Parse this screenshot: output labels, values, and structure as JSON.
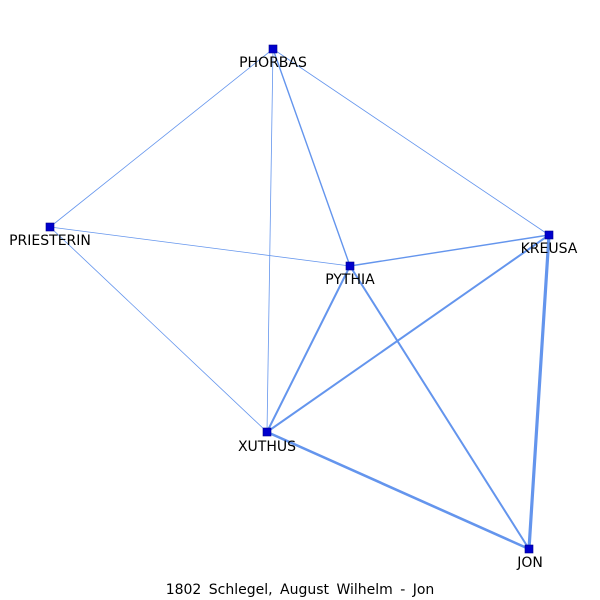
{
  "caption": "1802 Schlegel, August Wilhelm - Jon",
  "colors": {
    "edge": "#6495ED",
    "node": "#0000CD",
    "node_outline": "#00008B",
    "label": "#000000"
  },
  "nodes": [
    {
      "id": "PHORBAS",
      "label": "PHORBAS"
    },
    {
      "id": "PRIESTERIN",
      "label": "PRIESTERIN"
    },
    {
      "id": "PYTHIA",
      "label": "PYTHIA"
    },
    {
      "id": "KREUSA",
      "label": "KREUSA"
    },
    {
      "id": "XUTHUS",
      "label": "XUTHUS"
    },
    {
      "id": "JON",
      "label": "JON"
    }
  ],
  "edges": [
    {
      "source": "PHORBAS",
      "target": "PRIESTERIN",
      "weight": 1
    },
    {
      "source": "PHORBAS",
      "target": "PYTHIA",
      "weight": 2
    },
    {
      "source": "PHORBAS",
      "target": "KREUSA",
      "weight": 1
    },
    {
      "source": "PHORBAS",
      "target": "XUTHUS",
      "weight": 1
    },
    {
      "source": "PRIESTERIN",
      "target": "PYTHIA",
      "weight": 1
    },
    {
      "source": "PRIESTERIN",
      "target": "XUTHUS",
      "weight": 1
    },
    {
      "source": "PYTHIA",
      "target": "KREUSA",
      "weight": 2
    },
    {
      "source": "PYTHIA",
      "target": "XUTHUS",
      "weight": 3
    },
    {
      "source": "PYTHIA",
      "target": "JON",
      "weight": 3
    },
    {
      "source": "KREUSA",
      "target": "XUTHUS",
      "weight": 3
    },
    {
      "source": "KREUSA",
      "target": "JON",
      "weight": 5
    },
    {
      "source": "XUTHUS",
      "target": "JON",
      "weight": 4
    }
  ]
}
